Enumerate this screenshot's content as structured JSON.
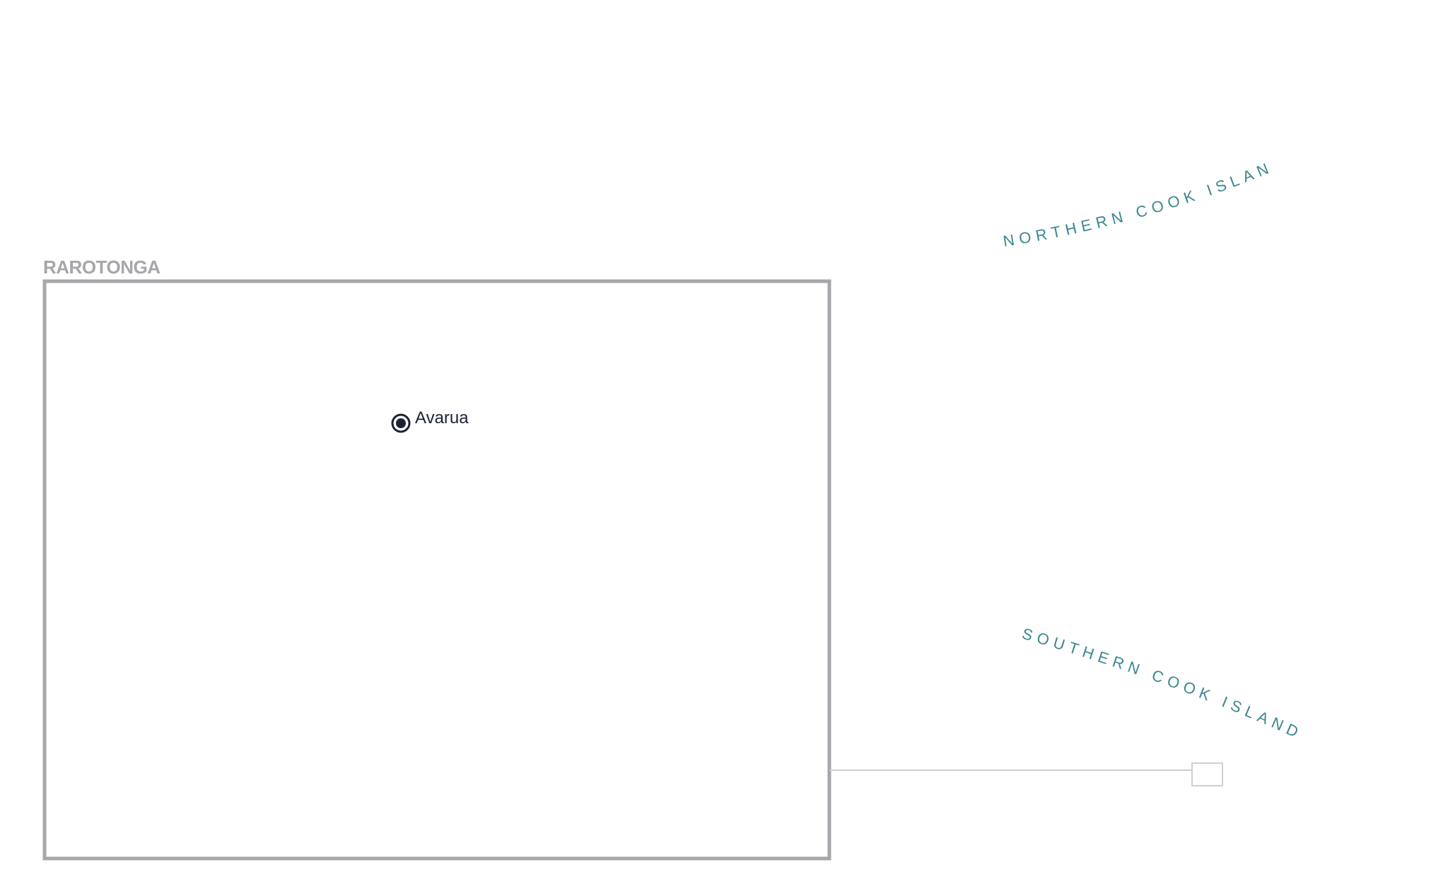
{
  "colors": {
    "inset_frame": "#a6a6ab",
    "inset_title": "#a6a6ab",
    "leader_line": "#cfcfd3",
    "capital_marker": "#1c2233",
    "city_label": "#1c2233",
    "region_label": "#3b8790"
  },
  "inset": {
    "title": "RAROTONGA"
  },
  "capital": {
    "name": "Avarua",
    "marker_icon": "capital-city-icon"
  },
  "regions": {
    "northern": "NORTHERN COOK ISLANDS",
    "southern": "SOUTHERN COOK ISLANDS"
  }
}
